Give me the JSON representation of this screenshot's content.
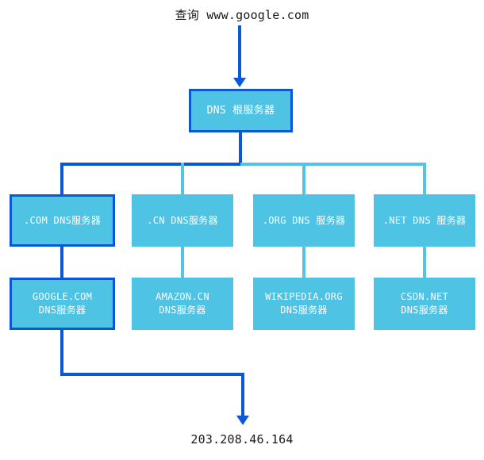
{
  "diagram": {
    "title_text": "查询 www.google.com",
    "result_text": "203.208.46.164",
    "colors": {
      "node_fill": "#4ec3e4",
      "highlight_border": "#0a58d6",
      "link_light": "#55c3e6",
      "link_dark": "#0a58d6",
      "node_text": "#ffffff",
      "plain_text": "#1a1a1a"
    },
    "root": {
      "label": "DNS 根服务器"
    },
    "tld_nodes": [
      {
        "label": ".COM DNS服务器",
        "highlighted": true
      },
      {
        "label": ".CN DNS服务器",
        "highlighted": false
      },
      {
        "label": ".ORG DNS 服务器",
        "highlighted": false
      },
      {
        "label": ".NET DNS 服务器",
        "highlighted": false
      }
    ],
    "authoritative_nodes": [
      {
        "line1": "GOOGLE.COM",
        "line2": "DNS服务器",
        "highlighted": true
      },
      {
        "line1": "AMAZON.CN",
        "line2": "DNS服务器",
        "highlighted": false
      },
      {
        "line1": "WIKIPEDIA.ORG",
        "line2": "DNS服务器",
        "highlighted": false
      },
      {
        "line1": "CSDN.NET",
        "line2": "DNS服务器",
        "highlighted": false
      }
    ]
  }
}
